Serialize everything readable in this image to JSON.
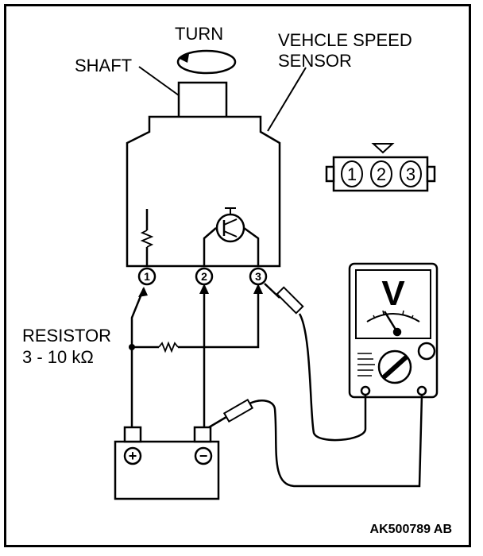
{
  "labels": {
    "turn": "TURN",
    "shaft": "SHAFT",
    "sensor_line1": "VEHCLE SPEED",
    "sensor_line2": "SENSOR",
    "resistor_line1": "RESISTOR",
    "resistor_line2": "3 - 10 kΩ",
    "figure_code": "AK500789 AB"
  },
  "sensor_pins": [
    "1",
    "2",
    "3"
  ],
  "connector_pins": [
    "1",
    "2",
    "3"
  ],
  "meter_symbol": "V",
  "battery": {
    "positive": "+",
    "negative": "−"
  }
}
